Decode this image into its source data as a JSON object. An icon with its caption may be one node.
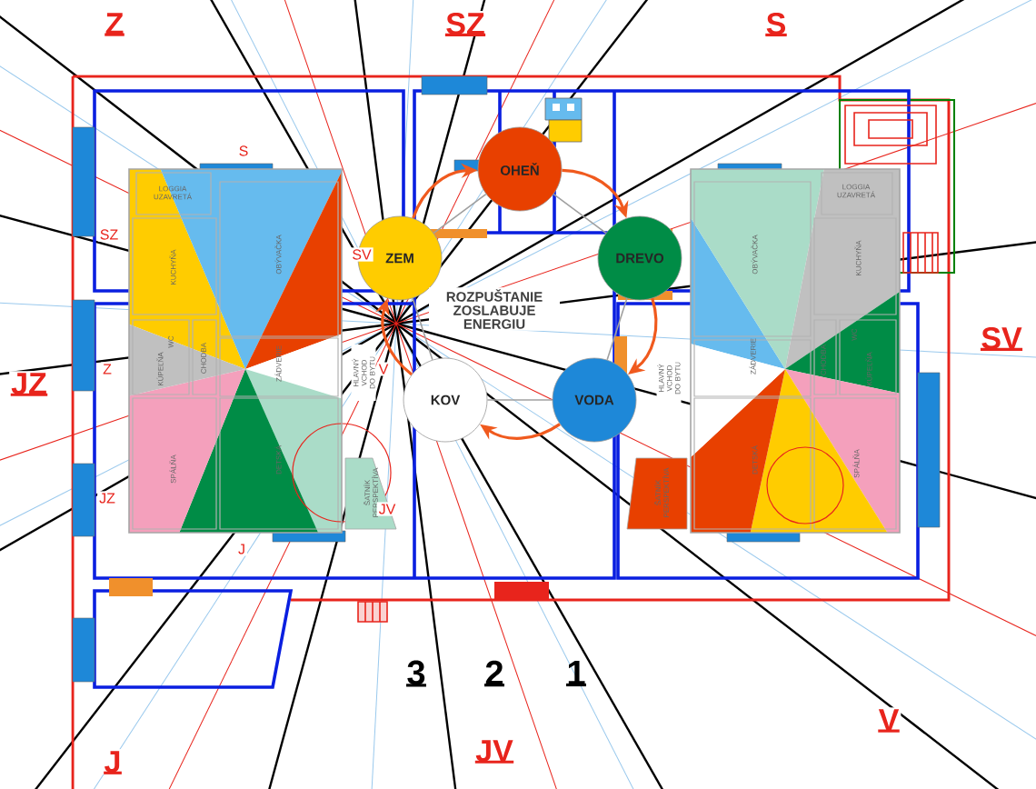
{
  "diagram": {
    "nodes": [
      {
        "text": [
          "OHEŇ"
        ]
      },
      {
        "text": [
          "ZEM"
        ]
      },
      {
        "text": [
          "DREVO"
        ]
      },
      {
        "text": [
          "KOV"
        ]
      },
      {
        "text": [
          "VODA"
        ]
      }
    ],
    "edges": [
      {
        "from": 1,
        "to": 0,
        "arrow": "to",
        "color": "#f05a1e"
      },
      {
        "from": 0,
        "to": 2,
        "arrow": "to",
        "color": "#f05a1e"
      },
      {
        "from": 2,
        "to": 4,
        "arrow": "to",
        "color": "#f05a1e"
      },
      {
        "from": 4,
        "to": 3,
        "arrow": "to",
        "color": "#f05a1e"
      },
      {
        "from": 3,
        "to": 1,
        "arrow": "to",
        "color": "#f05a1e"
      },
      {
        "from": 1,
        "to": 0,
        "arrow": "none",
        "color": "#a0a0a0"
      },
      {
        "from": 0,
        "to": 2,
        "arrow": "none",
        "color": "#a0a0a0"
      },
      {
        "from": 2,
        "to": 4,
        "arrow": "none",
        "color": "#a0a0a0"
      },
      {
        "from": 4,
        "to": 3,
        "arrow": "none",
        "color": "#a0a0a0"
      },
      {
        "from": 3,
        "to": 1,
        "arrow": "none",
        "color": "#a0a0a0"
      }
    ],
    "labels": [
      "Z",
      "SZ",
      "S",
      "S",
      "LOGGIA UZAVRETÁ",
      "LOGGIA UZAVRETÁ",
      "SZ",
      "SV",
      "KUCHYŇA",
      "OBÝVAČKA",
      "OBÝVAČKA",
      "KUCHYŇA",
      "ROZPUŠTANIE ZOSLABUJE ENERGIU",
      "SV",
      "WC",
      "KÚPEĽŇA",
      "CHODBA",
      "ZÁDVERIE",
      "HLAVNÝ VCHOD DO BYTU",
      "Z",
      "V",
      "JZ",
      "HLAVNÝ VCHOD DO BYTU",
      "ZÁDVERIE",
      "CHODBA",
      "WC",
      "KÚPEĽŇA",
      "SPÁLŇA",
      "DETSKÁ",
      "ŠATNÍK PERSPEKTÍVA",
      "DETSKÁ",
      "SPÁLŇA",
      "ŠATNÍK PERSPEKTÍVA",
      "JZ",
      "JV",
      "J",
      "3",
      "2",
      "1",
      "V",
      "JV",
      "J"
    ]
  }
}
